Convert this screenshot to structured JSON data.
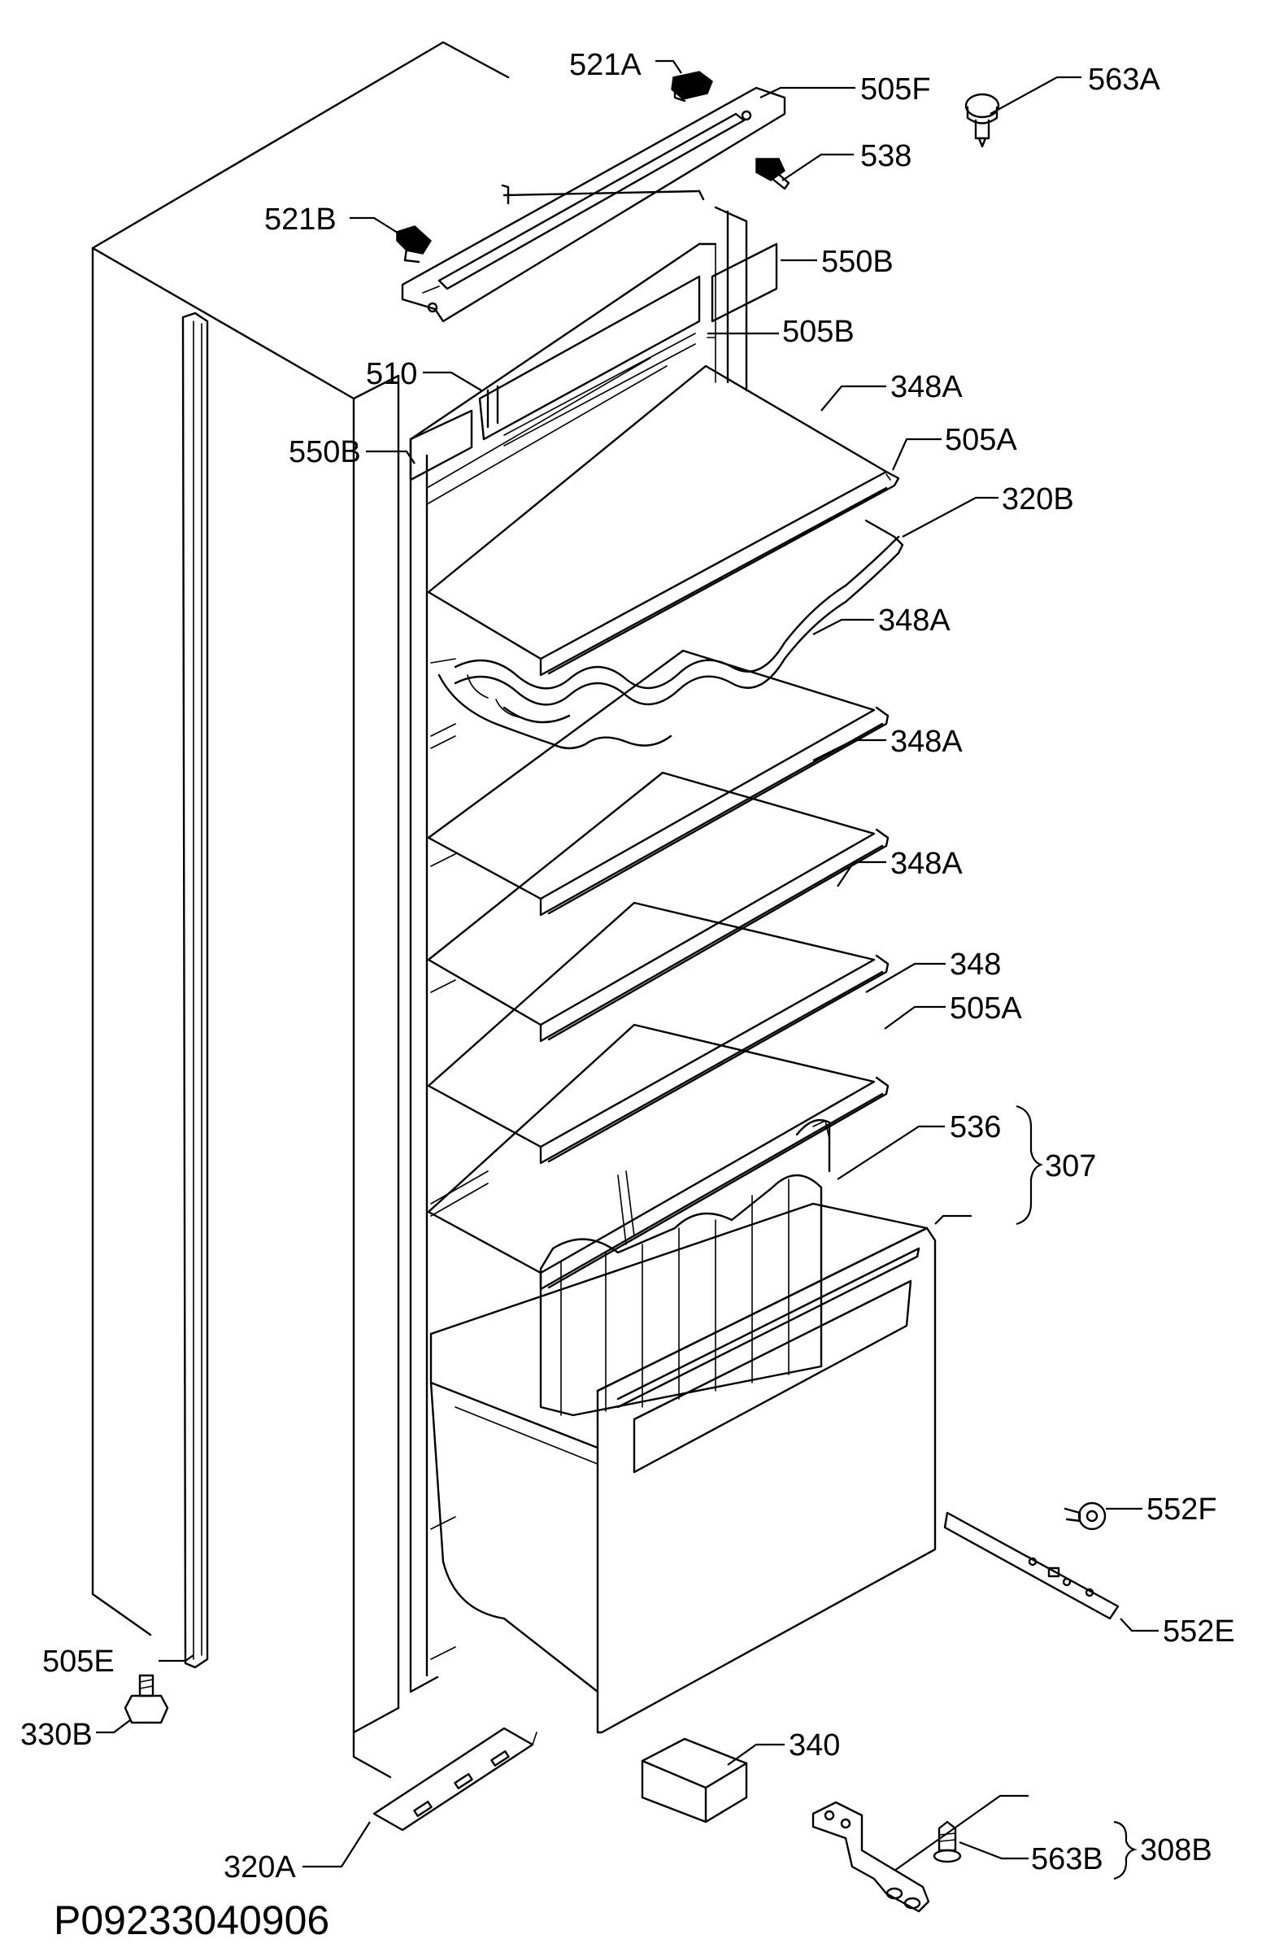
{
  "diagram": {
    "code": "P09233040906",
    "labels": {
      "l521A": "521A",
      "l505F": "505F",
      "l563A": "563A",
      "l538": "538",
      "l521B": "521B",
      "l550B_top": "550B",
      "l505B": "505B",
      "l510": "510",
      "l348A_1": "348A",
      "l550B_left": "550B",
      "l505A_1": "505A",
      "l320B": "320B",
      "l348A_2": "348A",
      "l348A_3": "348A",
      "l348A_4": "348A",
      "l348": "348",
      "l505A_2": "505A",
      "l536": "536",
      "l307": "307",
      "l552F": "552F",
      "l552E": "552E",
      "l505E": "505E",
      "l330B": "330B",
      "l340": "340",
      "l308B": "308B",
      "l563B": "563B",
      "l320A": "320A"
    }
  }
}
